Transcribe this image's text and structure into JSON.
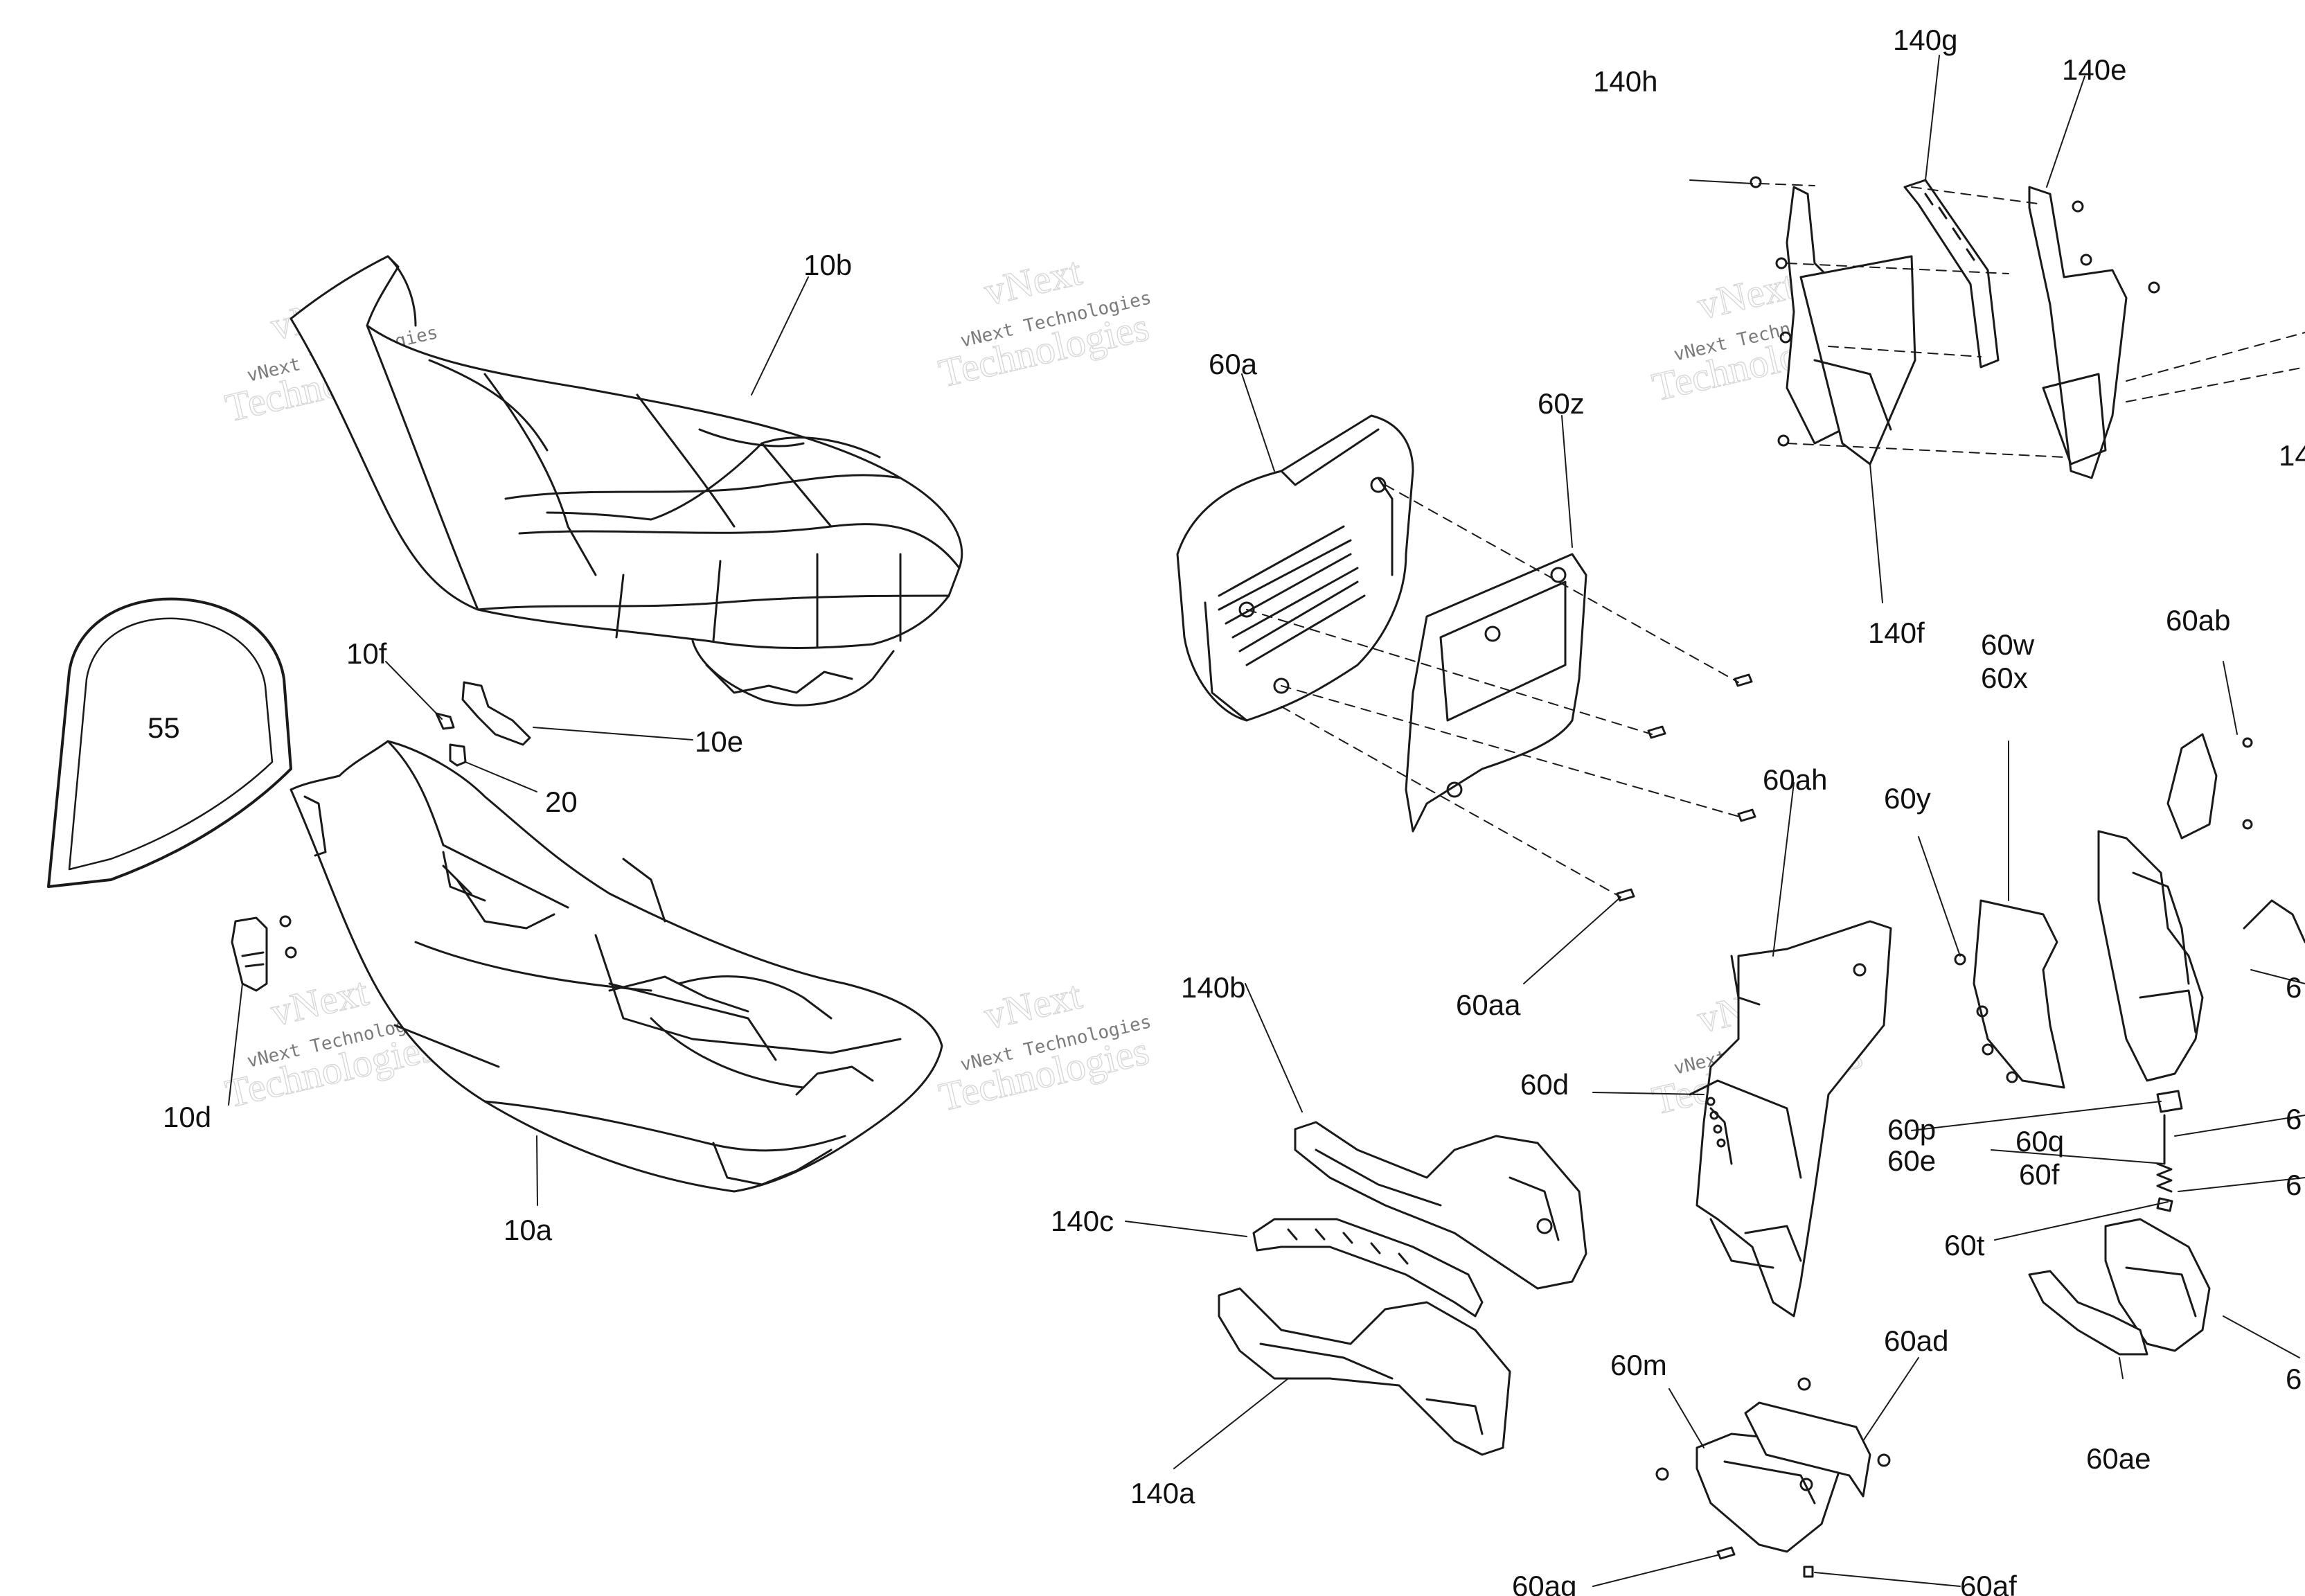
{
  "labels": {
    "l_10b": "10b",
    "l_10a": "10a",
    "l_10d": "10d",
    "l_10e": "10e",
    "l_10f": "10f",
    "l_20": "20",
    "l_55": "55",
    "l_60a": "60a",
    "l_60z": "60z",
    "l_60aa": "60aa",
    "l_60ab": "60ab",
    "l_60ad": "60ad",
    "l_60ae": "60ae",
    "l_60af": "60af",
    "l_60ag": "60ag",
    "l_60ah": "60ah",
    "l_60d": "60d",
    "l_60e": "60e",
    "l_60f": "60f",
    "l_60m": "60m",
    "l_60p": "60p",
    "l_60q": "60q",
    "l_60t": "60t",
    "l_60w": "60w",
    "l_60x": "60x",
    "l_60y": "60y",
    "l_140a": "140a",
    "l_140b": "140b",
    "l_140c": "140c",
    "l_140e": "140e",
    "l_140f": "140f",
    "l_140g": "140g",
    "l_140h": "140h",
    "l_14_partial": "14",
    "l_6_partial_a": "6",
    "l_6_partial_b": "6",
    "l_6_partial_c": "6",
    "l_6_partial_d": "6"
  },
  "watermark": {
    "line1": "vNext Technologies",
    "line2": "vNext",
    "line3": "Technologies"
  },
  "colors": {
    "line": "#1a1a1a",
    "watermark": "#b8b8b8"
  }
}
